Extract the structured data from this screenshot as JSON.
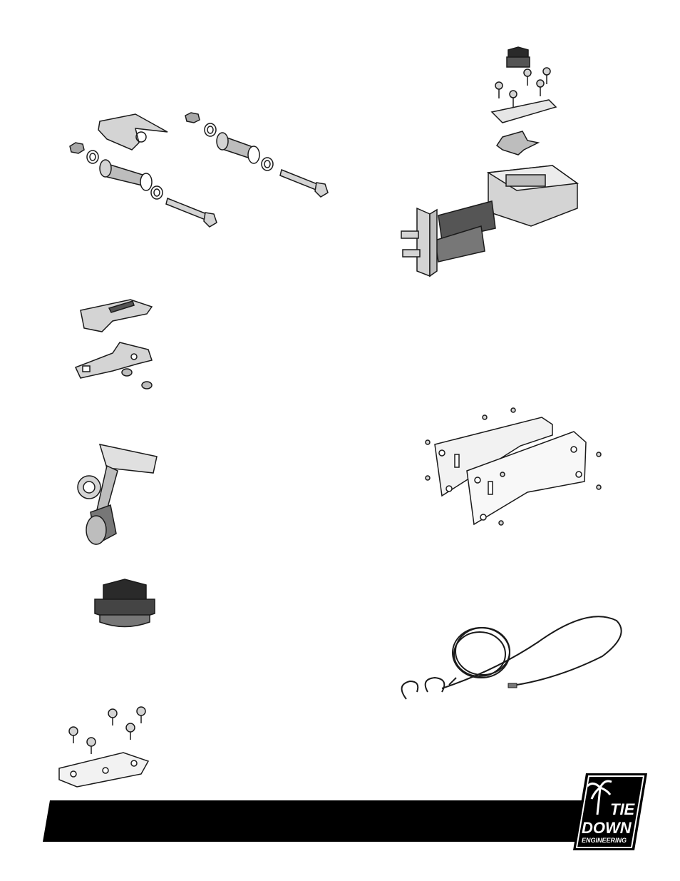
{
  "logo": {
    "line1": "TIE",
    "line2": "DOWN",
    "line3": "ENGINEERING"
  },
  "parts": [
    {
      "icon": "pin-bushing-kit-icon"
    },
    {
      "icon": "master-cylinder-assembly-icon"
    },
    {
      "icon": "lockout-and-bracket-icon"
    },
    {
      "icon": "mounting-plates-icon"
    },
    {
      "icon": "lever-arm-icon"
    },
    {
      "icon": "filler-cap-icon"
    },
    {
      "icon": "breakaway-cable-icon"
    },
    {
      "icon": "gasket-and-screws-icon"
    }
  ],
  "colors": {
    "ink": "#1a1a1a",
    "light_gray": "#d4d4d4",
    "mid_gray": "#a8a8a8",
    "dark_gray": "#555555",
    "black": "#000000"
  }
}
